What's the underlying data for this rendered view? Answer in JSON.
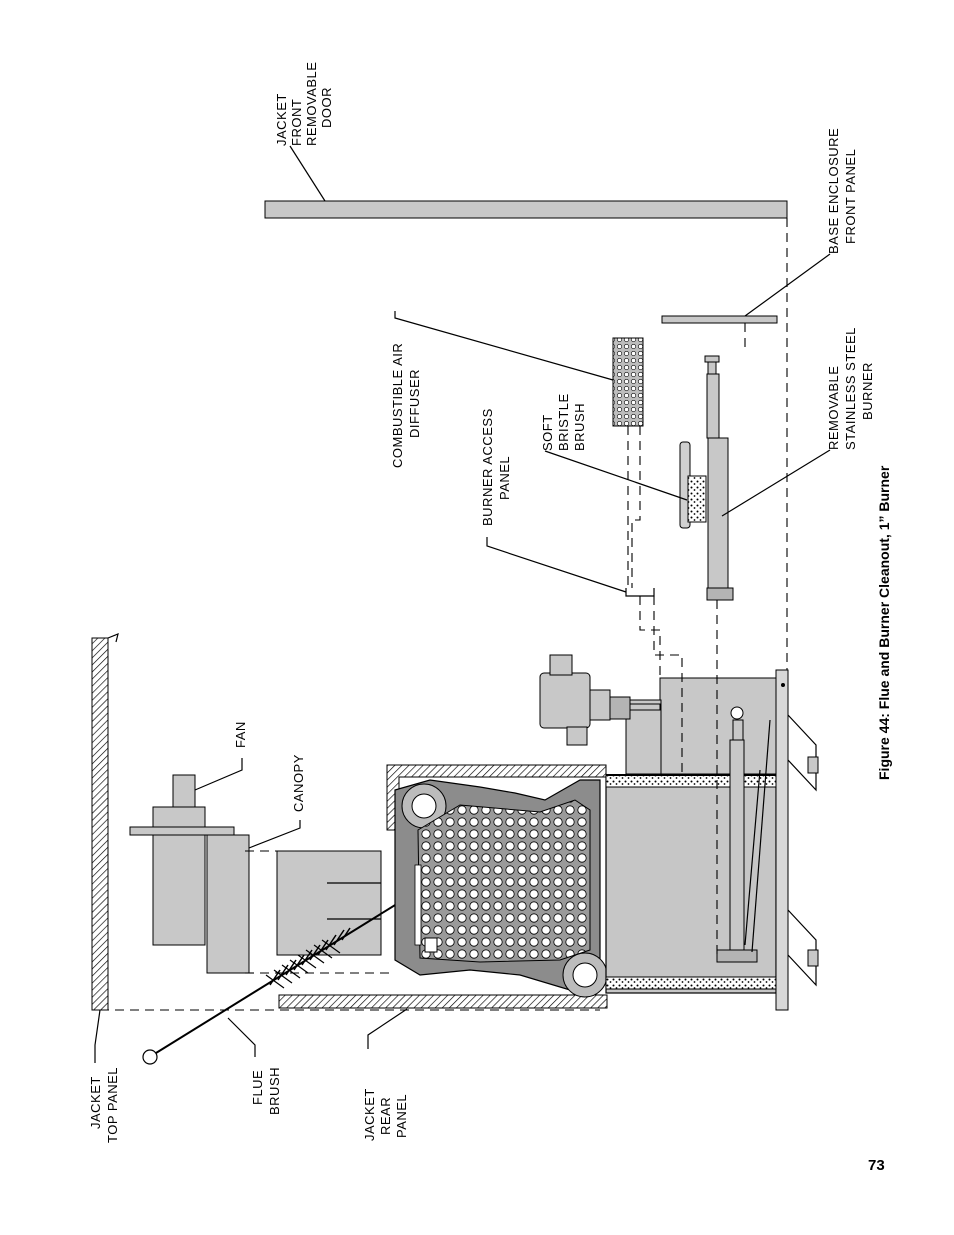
{
  "labels": {
    "jacket_front_door": [
      "JACKET",
      "FRONT",
      "REMOVABLE",
      "DOOR"
    ],
    "base_enclosure": [
      "BASE ENCLOSURE",
      "FRONT PANEL"
    ],
    "combustible_air": [
      "COMBUSTIBLE AIR",
      "DIFFUSER"
    ],
    "soft_brush": [
      "SOFT",
      "BRISTLE",
      "BRUSH"
    ],
    "burner_access": [
      "BURNER ACCESS",
      "PANEL"
    ],
    "removable_burner": [
      "REMOVABLE",
      "STAINLESS STEEL",
      "BURNER"
    ],
    "fan": [
      "FAN"
    ],
    "canopy": [
      "CANOPY"
    ],
    "jacket_top": [
      "JACKET",
      "TOP PANEL"
    ],
    "flue_brush": [
      "FLUE",
      "BRUSH"
    ],
    "jacket_rear": [
      "JACKET",
      "REAR",
      "PANEL"
    ]
  },
  "caption": "Figure 44:  Flue and Burner Cleanout, 1” Burner",
  "page_number": "73"
}
